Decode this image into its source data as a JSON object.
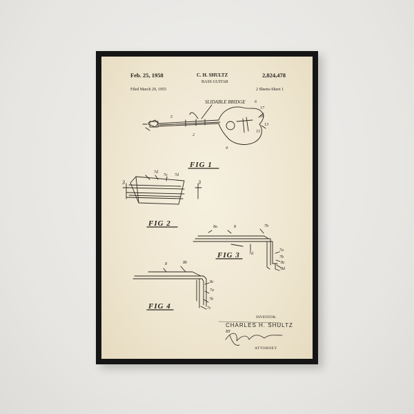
{
  "patent": {
    "date": "Feb. 25, 1958",
    "inventor_short": "C. H. SHULTZ",
    "number": "2,824,478",
    "title": "BASS GUITAR",
    "filed": "Filed March 29, 1955",
    "sheets": "2 Sheets-Sheet 1"
  },
  "labels": {
    "slidable_bridge": "SLIDABLE BRIDGE",
    "fig1": "FIG 1",
    "fig2": "FIG 2",
    "fig3": "FIG 3",
    "fig4": "FIG 4",
    "section_marker": "3",
    "inventor_caption": "INVENTOR.",
    "inventor_name": "CHARLES H. SHULTZ",
    "by": "BY",
    "attorney": "ATTORNEY"
  },
  "ref_numerals": {
    "fig1": [
      "6",
      "17",
      "16",
      "13",
      "15",
      "5",
      "2",
      "4"
    ],
    "fig2": [
      "7d",
      "7e",
      "7d"
    ],
    "fig3": [
      "8a",
      "8",
      "7b",
      "7a",
      "7d",
      "7b",
      "8c",
      "8d"
    ],
    "fig4": [
      "8",
      "8b",
      "8c",
      "7a",
      "7b",
      "7c"
    ]
  }
}
